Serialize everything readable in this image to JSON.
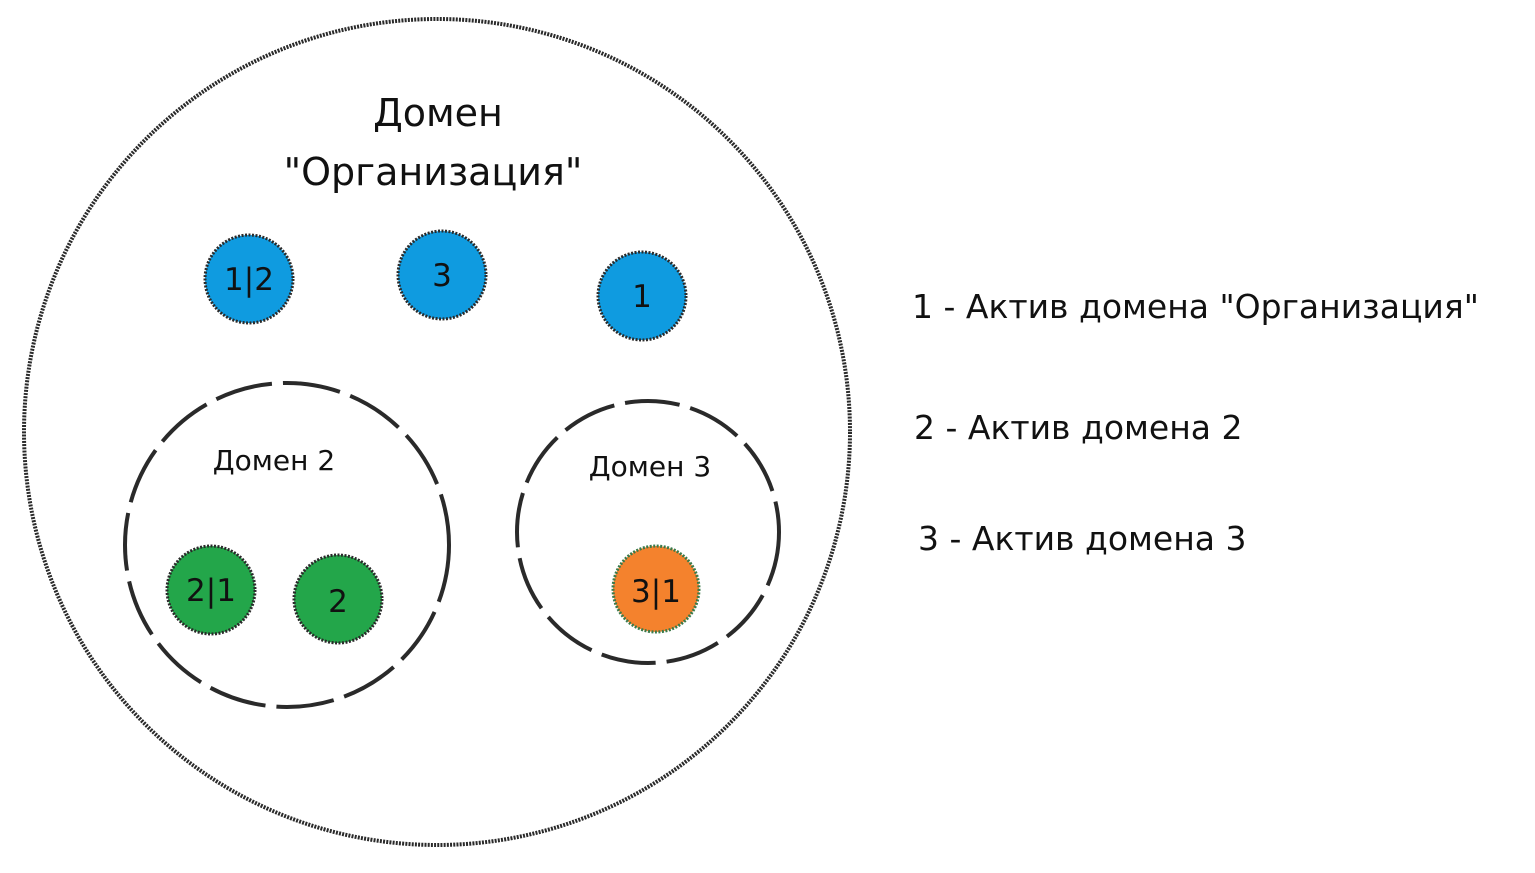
{
  "org_domain": {
    "title_line1": "Домен",
    "title_line2": "\"Организация\""
  },
  "domain2": {
    "title": "Домен 2"
  },
  "domain3": {
    "title": "Домен 3"
  },
  "assets": {
    "org_a": {
      "label": "1|2"
    },
    "org_b": {
      "label": "3"
    },
    "org_c": {
      "label": "1"
    },
    "d2_a": {
      "label": "2|1"
    },
    "d2_b": {
      "label": "2"
    },
    "d3_a": {
      "label": "3|1"
    }
  },
  "legend": {
    "item1": "1 - Актив домена \"Организация\"",
    "item2": "2 - Актив домена 2",
    "item3": "3 - Актив домена 3"
  },
  "colors": {
    "org_asset": "#0f9be0",
    "domain2_asset": "#23a64a",
    "domain3_asset": "#f4822d",
    "outline": "#2a2a2a"
  }
}
